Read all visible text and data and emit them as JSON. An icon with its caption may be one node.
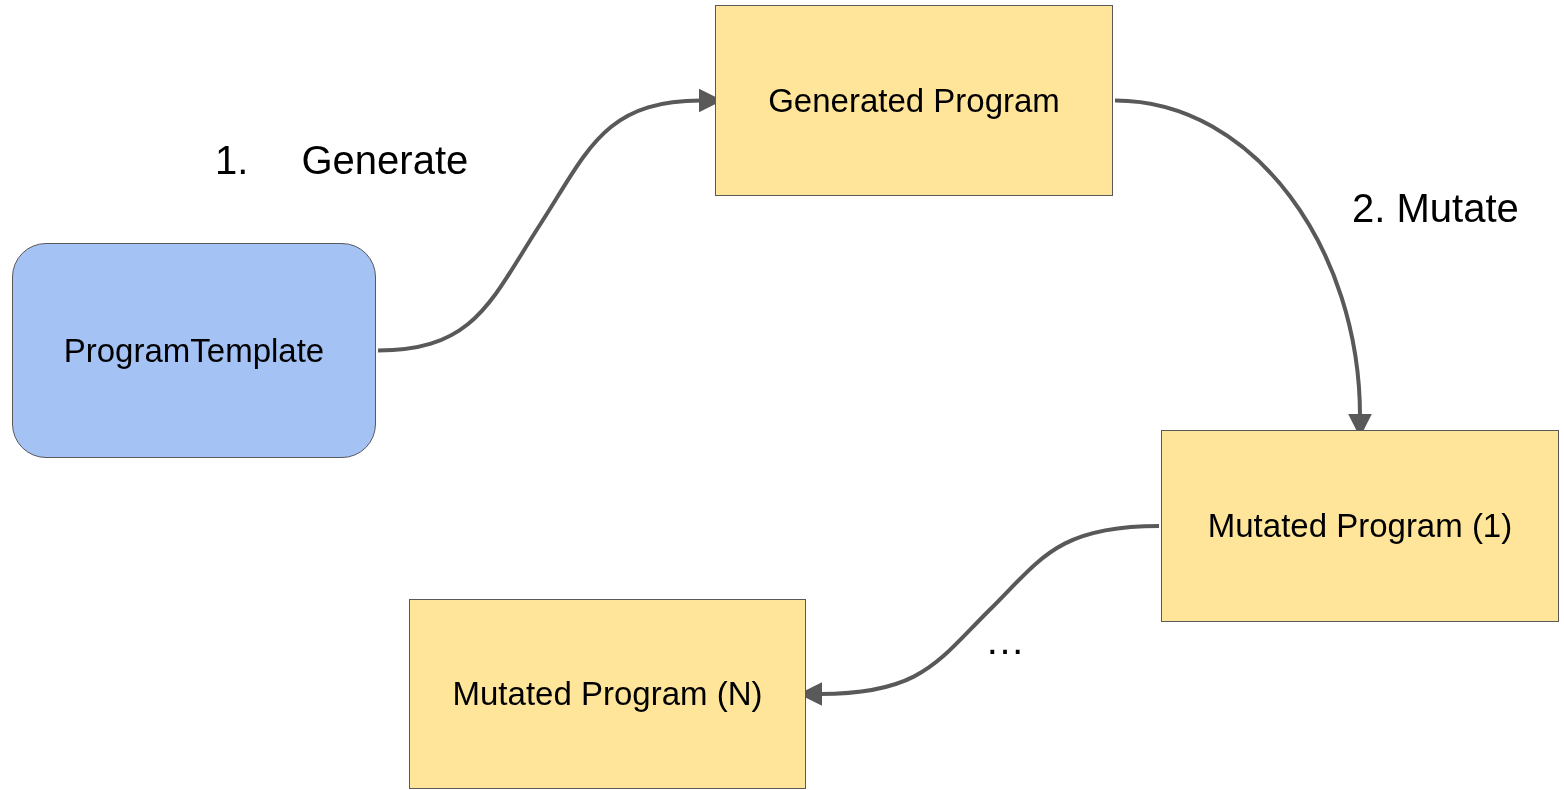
{
  "diagram": {
    "nodes": [
      {
        "text": [
          "ProgramTemplate"
        ]
      },
      {
        "text": [
          "Generated Program"
        ]
      },
      {
        "text": [
          "Mutated Program (1)"
        ]
      },
      {
        "text": [
          "Mutated Program (N)"
        ]
      }
    ],
    "edges": [
      {
        "from": 0,
        "to": 1,
        "arrow": "to",
        "label": "1. Generate"
      },
      {
        "from": 1,
        "to": 2,
        "arrow": "to",
        "label": "2. Mutate"
      },
      {
        "from": 2,
        "to": 3,
        "arrow": "to",
        "label": "…"
      }
    ]
  }
}
